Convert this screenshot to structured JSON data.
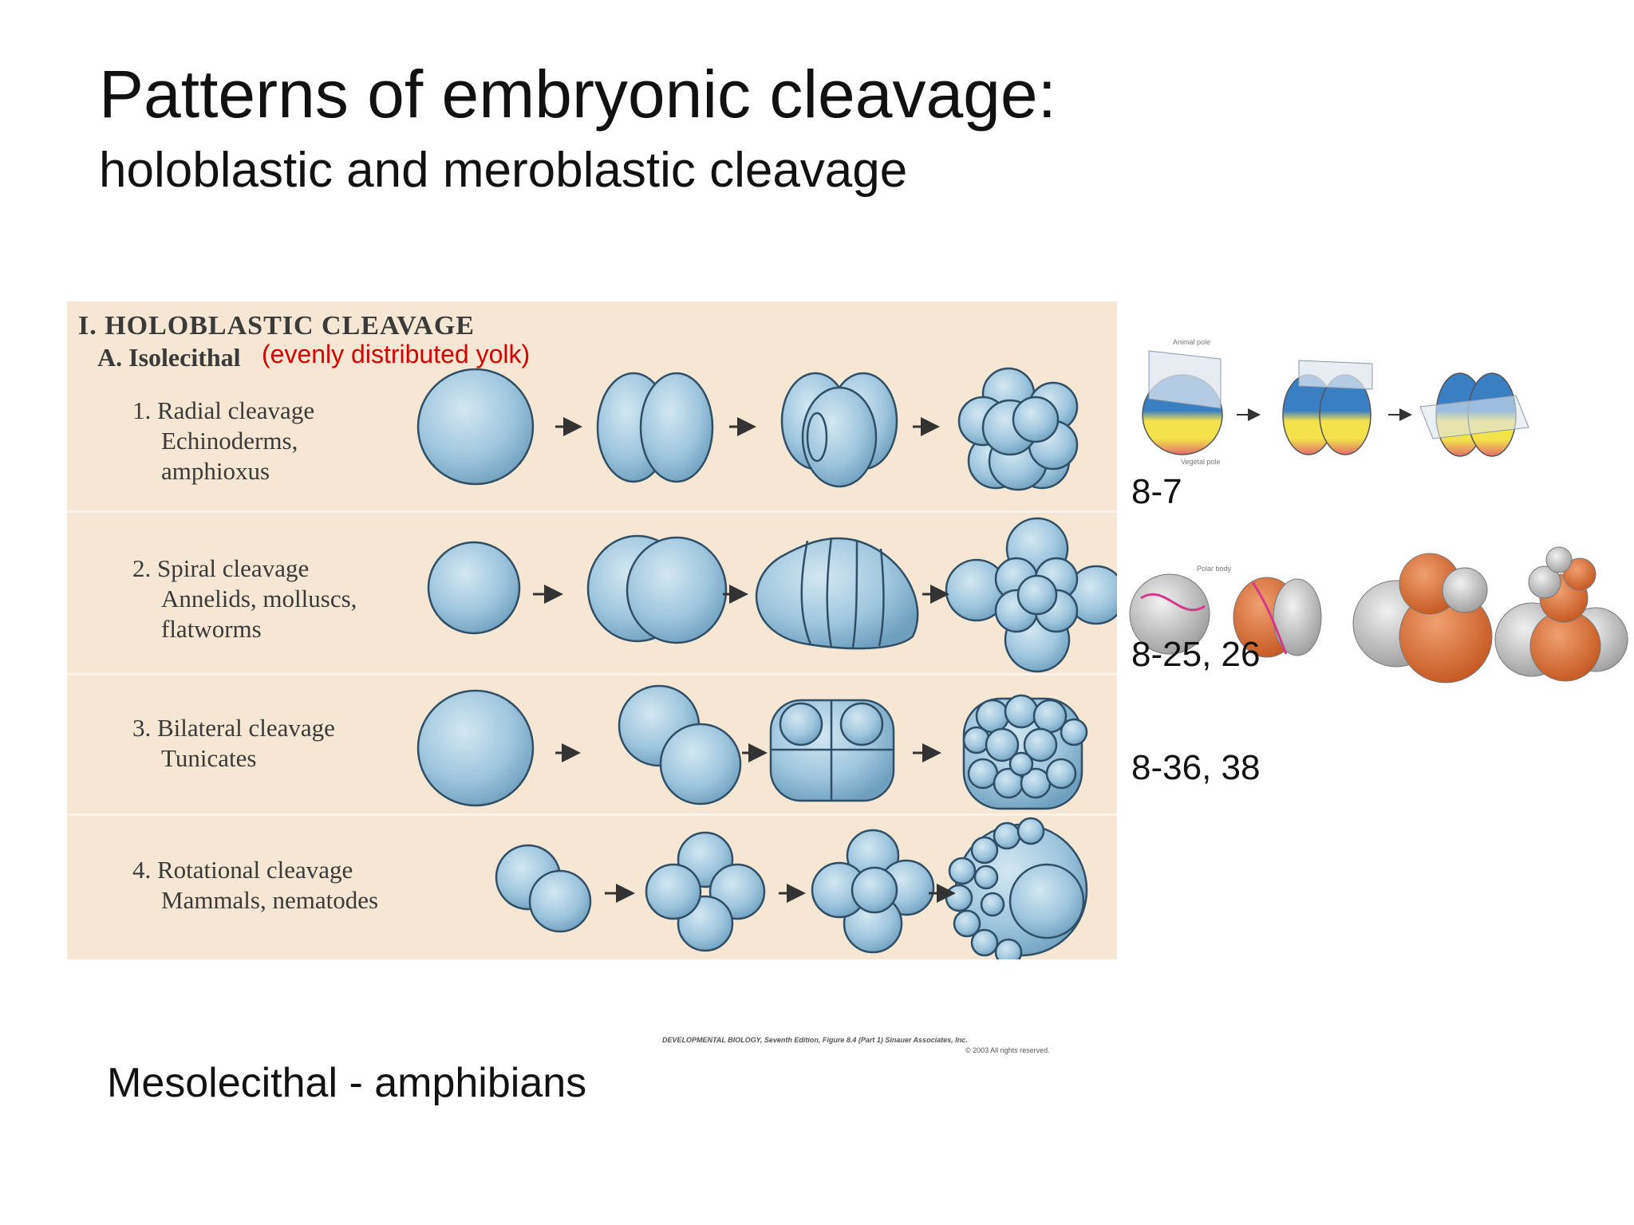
{
  "title": "Patterns of embryonic cleavage:",
  "subtitle": "holoblastic and meroblastic cleavage",
  "figure": {
    "section_heading": "I. HOLOBLASTIC CLEAVAGE",
    "subsection_heading": "A. Isolecithal",
    "yolk_note": "(evenly distributed yolk)",
    "rows": [
      {
        "lines": [
          "1. Radial cleavage",
          "Echinoderms,",
          "amphioxus"
        ]
      },
      {
        "lines": [
          "2. Spiral cleavage",
          "Annelids, molluscs,",
          "flatworms"
        ]
      },
      {
        "lines": [
          "3. Bilateral cleavage",
          "Tunicates"
        ]
      },
      {
        "lines": [
          "4. Rotational cleavage",
          "Mammals, nematodes"
        ]
      }
    ],
    "credit_line1": "DEVELOPMENTAL BIOLOGY, Seventh Edition, Figure 8.4 (Part 1)   Sinauer Associates, Inc.",
    "credit_line2": "© 2003 All rights reserved."
  },
  "right_figures": {
    "animal_pole_label": "Animal pole",
    "vegetal_pole_label": "Vegetal pole",
    "polar_body_label": "Polar body"
  },
  "references": {
    "ref1": "8-7",
    "ref2": "8-25, 26",
    "ref3": "8-36, 38"
  },
  "meso_label": "Mesolecithal - amphibians",
  "colors": {
    "panel_bg": "#f6e6d4",
    "cell_fill": "#a9cde3",
    "cell_stroke": "#2f4f66",
    "yolk_note": "#d40000",
    "orange_blastomere": "#d4692c",
    "gray_blastomere": "#c9c9c9"
  }
}
